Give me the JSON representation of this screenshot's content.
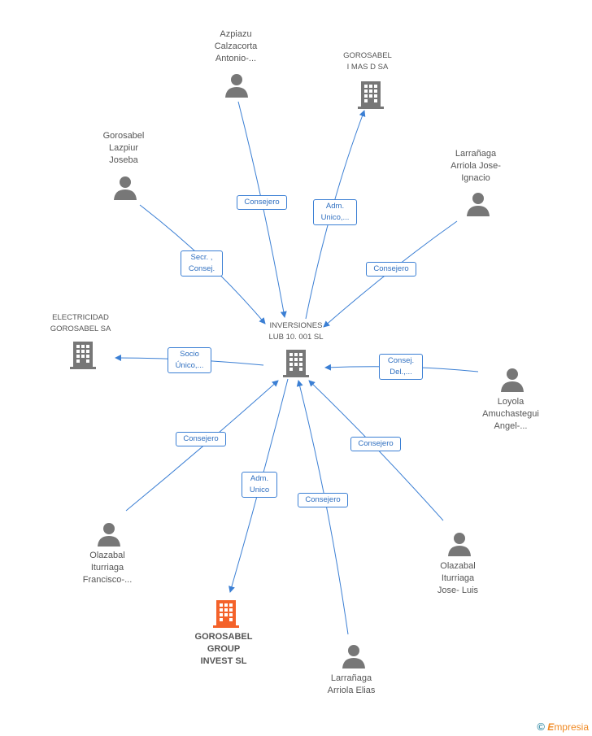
{
  "nodes": {
    "center": {
      "label": "INVERSIONES\nLUB 10. 001 SL",
      "kind": "company"
    },
    "azpiazu": {
      "label": "Azpiazu\nCalzacorta\nAntonio-...",
      "kind": "person"
    },
    "gorosabel_imas": {
      "label": "GOROSABEL\nI MAS D SA",
      "kind": "company"
    },
    "gorosabel_lazpiur": {
      "label": "Gorosabel\nLazpiur\nJoseba",
      "kind": "person"
    },
    "larranaga_jose": {
      "label": "Larrañaga\nArriola Jose-\nIgnacio",
      "kind": "person"
    },
    "electricidad": {
      "label": "ELECTRICIDAD\nGOROSABEL SA",
      "kind": "company"
    },
    "loyola": {
      "label": "Loyola\nAmuchastegui\nAngel-...",
      "kind": "person"
    },
    "olazabal_francisco": {
      "label": "Olazabal\nIturriaga\nFrancisco-...",
      "kind": "person"
    },
    "olazabal_jose": {
      "label": "Olazabal\nIturriaga\nJose-  Luis",
      "kind": "person"
    },
    "gorosabel_group": {
      "label": "GOROSABEL\nGROUP\nINVEST  SL",
      "kind": "company-highlight"
    },
    "larranaga_elias": {
      "label": "Larrañaga\nArriola Elias",
      "kind": "person"
    }
  },
  "edges": {
    "azpiazu": "Consejero",
    "gorosabel_imas": "Adm.\nUnico,...",
    "gorosabel_lazpiur": "Secr. ,\nConsej.",
    "larranaga_jose": "Consejero",
    "electricidad": "Socio\nÚnico,...",
    "loyola": "Consej.\nDel.,...",
    "olazabal_francisco": "Consejero",
    "olazabal_jose": "Consejero",
    "gorosabel_group": "Adm.\nUnico",
    "larranaga_elias": "Consejero"
  },
  "colors": {
    "edge": "#3b7fd4",
    "icon": "#777777",
    "highlight": "#f4622a"
  },
  "footer": {
    "copyright": "©",
    "brand": "mpresia",
    "brand_initial": "E"
  }
}
